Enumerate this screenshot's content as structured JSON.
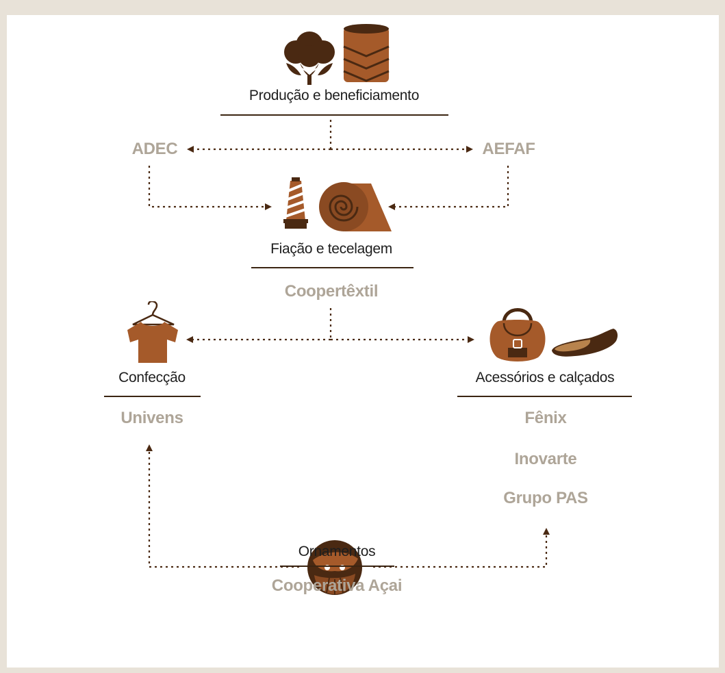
{
  "colors": {
    "background": "#e8e2d8",
    "panel": "#ffffff",
    "brown_dark": "#4a2912",
    "brown_mid": "#8a4a22",
    "brown_light": "#a55a2a",
    "org_text": "#aea598",
    "rule": "#3b2512"
  },
  "stages": {
    "production": {
      "label": "Produção e beneficiamento",
      "icons": [
        "cotton-flower-icon",
        "layered-fabric-icon"
      ]
    },
    "spinning": {
      "label": "Fiação e tecelagem",
      "icons": [
        "thread-spool-icon",
        "fabric-roll-icon"
      ]
    },
    "clothing": {
      "label": "Confecção",
      "icons": [
        "t-shirt-hanger-icon"
      ]
    },
    "accessories": {
      "label": "Acessórios e calçados",
      "icons": [
        "handbag-icon",
        "flat-shoe-icon"
      ]
    },
    "ornaments": {
      "label": "Ornamentos",
      "icons": [
        "seed-button-icon"
      ]
    }
  },
  "organizations": {
    "adec": "ADEC",
    "aefaf": "AEFAF",
    "coopertextil": "Coopertêxtil",
    "univens": "Univens",
    "fenix": "Fênix",
    "inovarte": "Inovarte",
    "grupo_pas": "Grupo PAS",
    "acai": "Cooperativa Açai"
  }
}
